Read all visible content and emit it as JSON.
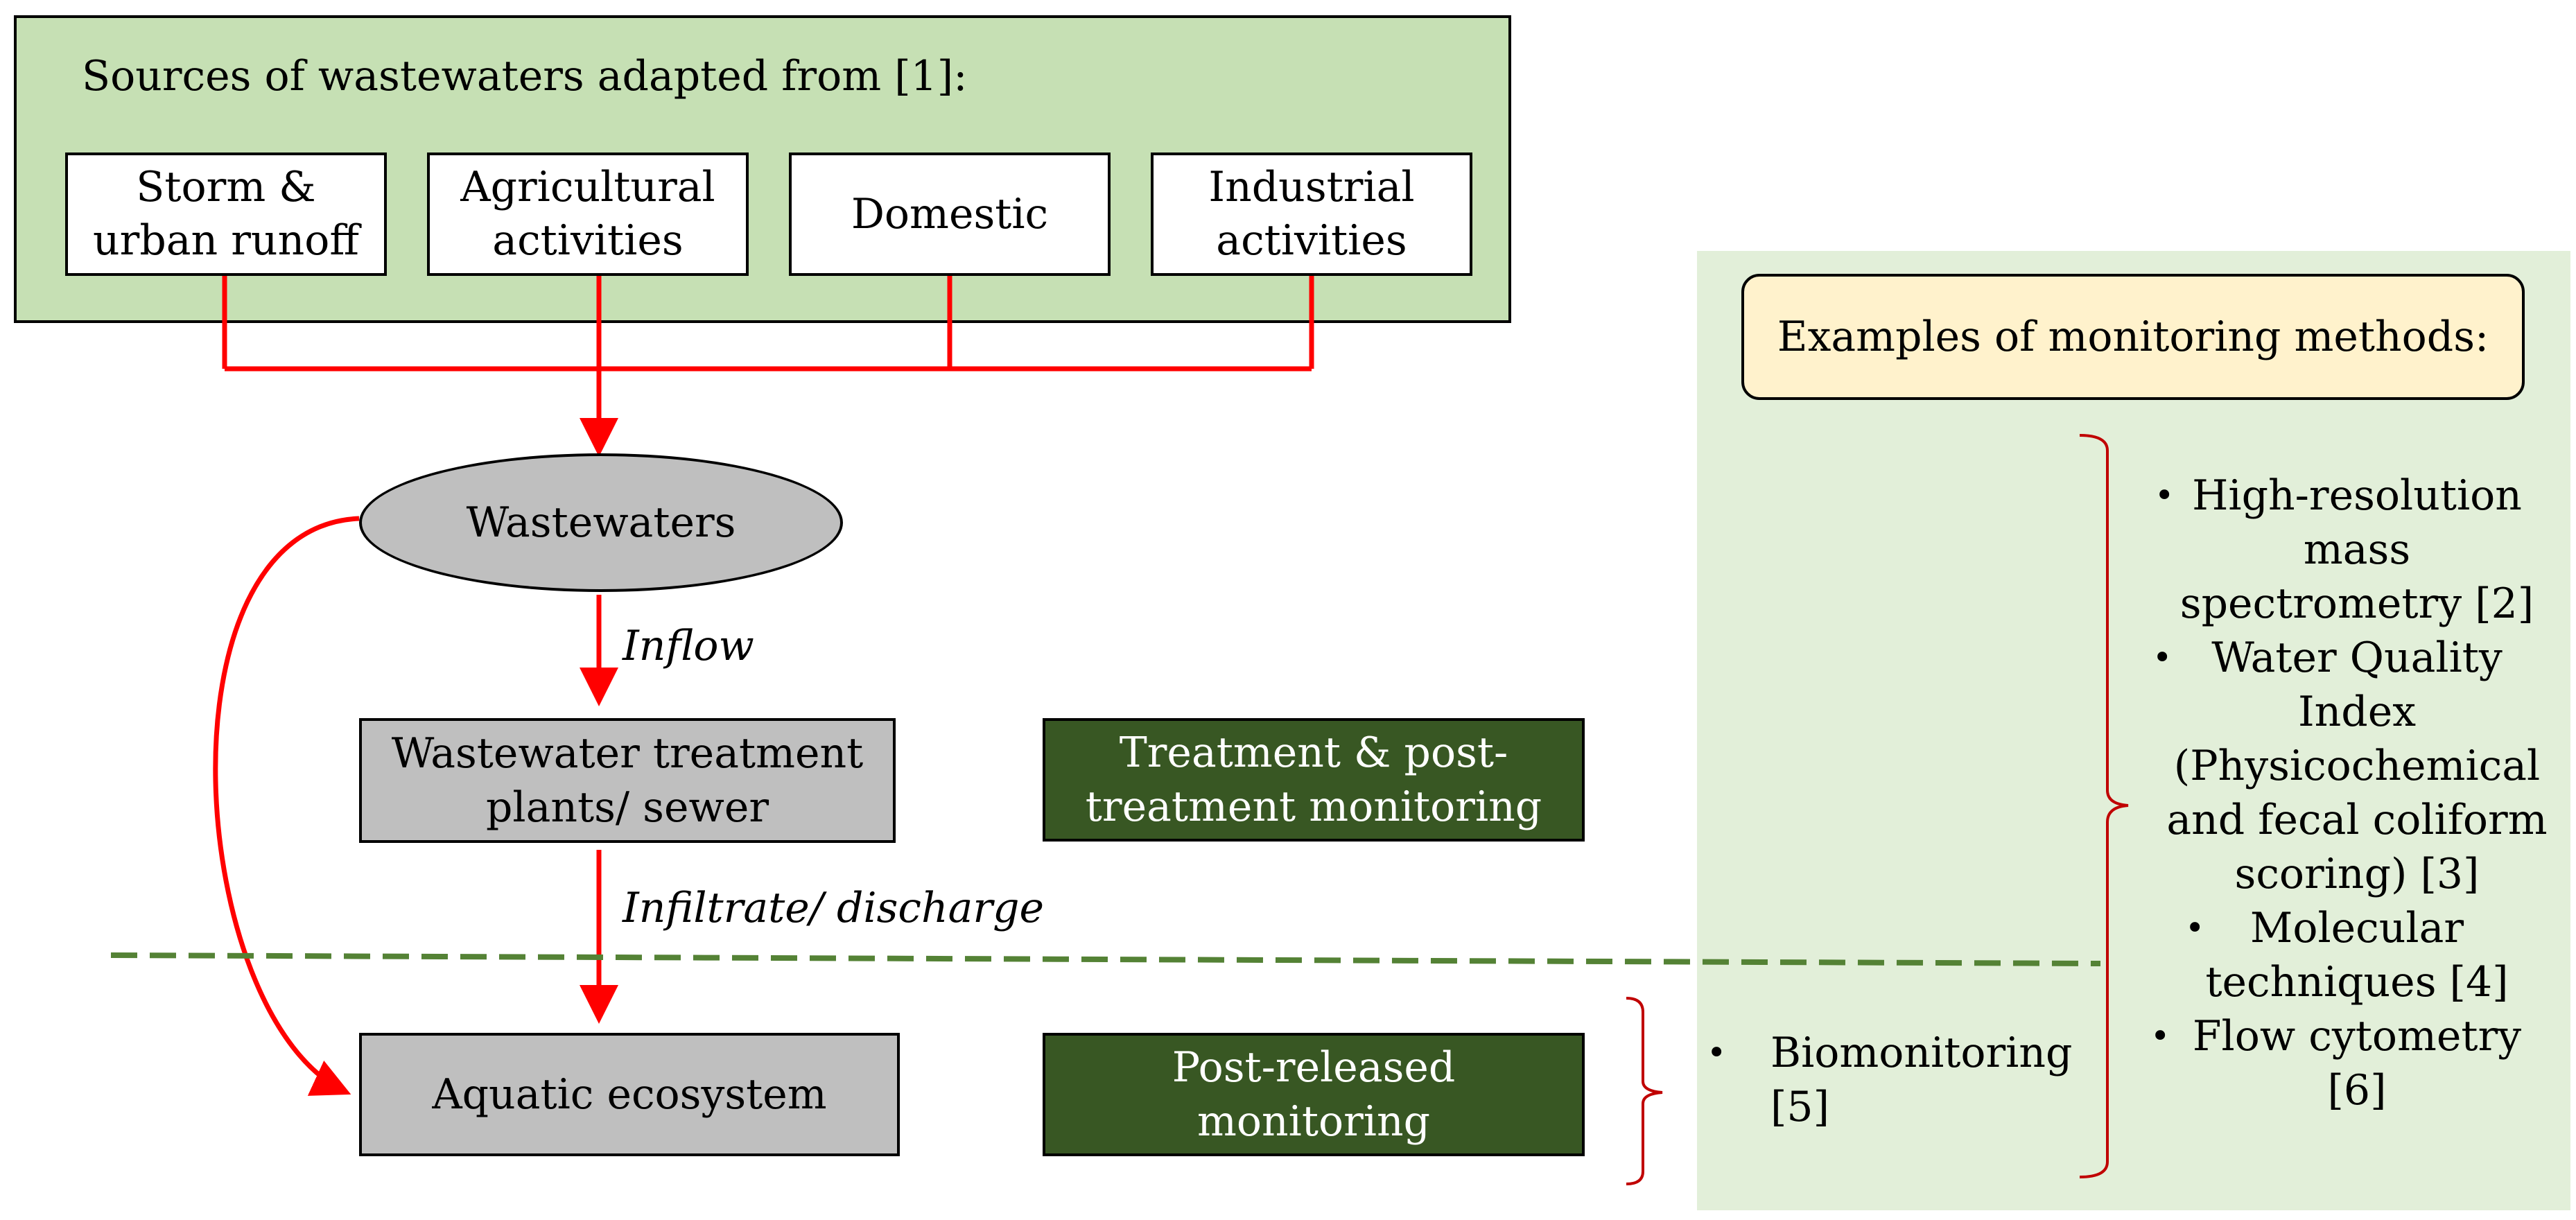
{
  "sources": {
    "title": "Sources of wastewaters adapted from [1]:",
    "items": [
      {
        "l1": "Storm &",
        "l2": "urban runoff"
      },
      {
        "l1": "Agricultural",
        "l2": "activities"
      },
      {
        "l1": "Domestic",
        "l2": ""
      },
      {
        "l1": "Industrial",
        "l2": "activities"
      }
    ]
  },
  "flow": {
    "wastewaters": "Wastewaters",
    "inflow": "Inflow",
    "treatment_l1": "Wastewater treatment",
    "treatment_l2": "plants/ sewer",
    "discharge": "Infiltrate/ discharge",
    "ecosystem": "Aquatic ecosystem"
  },
  "monitoring_stages": {
    "treatment_l1": "Treatment & post-",
    "treatment_l2": "treatment monitoring",
    "post_l1": "Post-released",
    "post_l2": "monitoring"
  },
  "methods": {
    "title": "Examples of monitoring methods:",
    "list": [
      {
        "l1": "High-resolution",
        "l2": "mass",
        "l3": "spectrometry [2]"
      },
      {
        "l1": "Water Quality",
        "l2": "Index",
        "l3": "(Physicochemical",
        "l4": "and fecal coliform",
        "l5": "scoring) [3]"
      },
      {
        "l1": "Molecular",
        "l2": "techniques [4]"
      },
      {
        "l1": "Flow cytometry",
        "l2": "[6]"
      }
    ],
    "bio_l1": "Biomonitoring",
    "bio_l2": "[5]",
    "bullet": "•"
  },
  "colors": {
    "flow_red": "#ff0000",
    "bracket_red": "#c00000",
    "dashed_green": "#548235"
  }
}
